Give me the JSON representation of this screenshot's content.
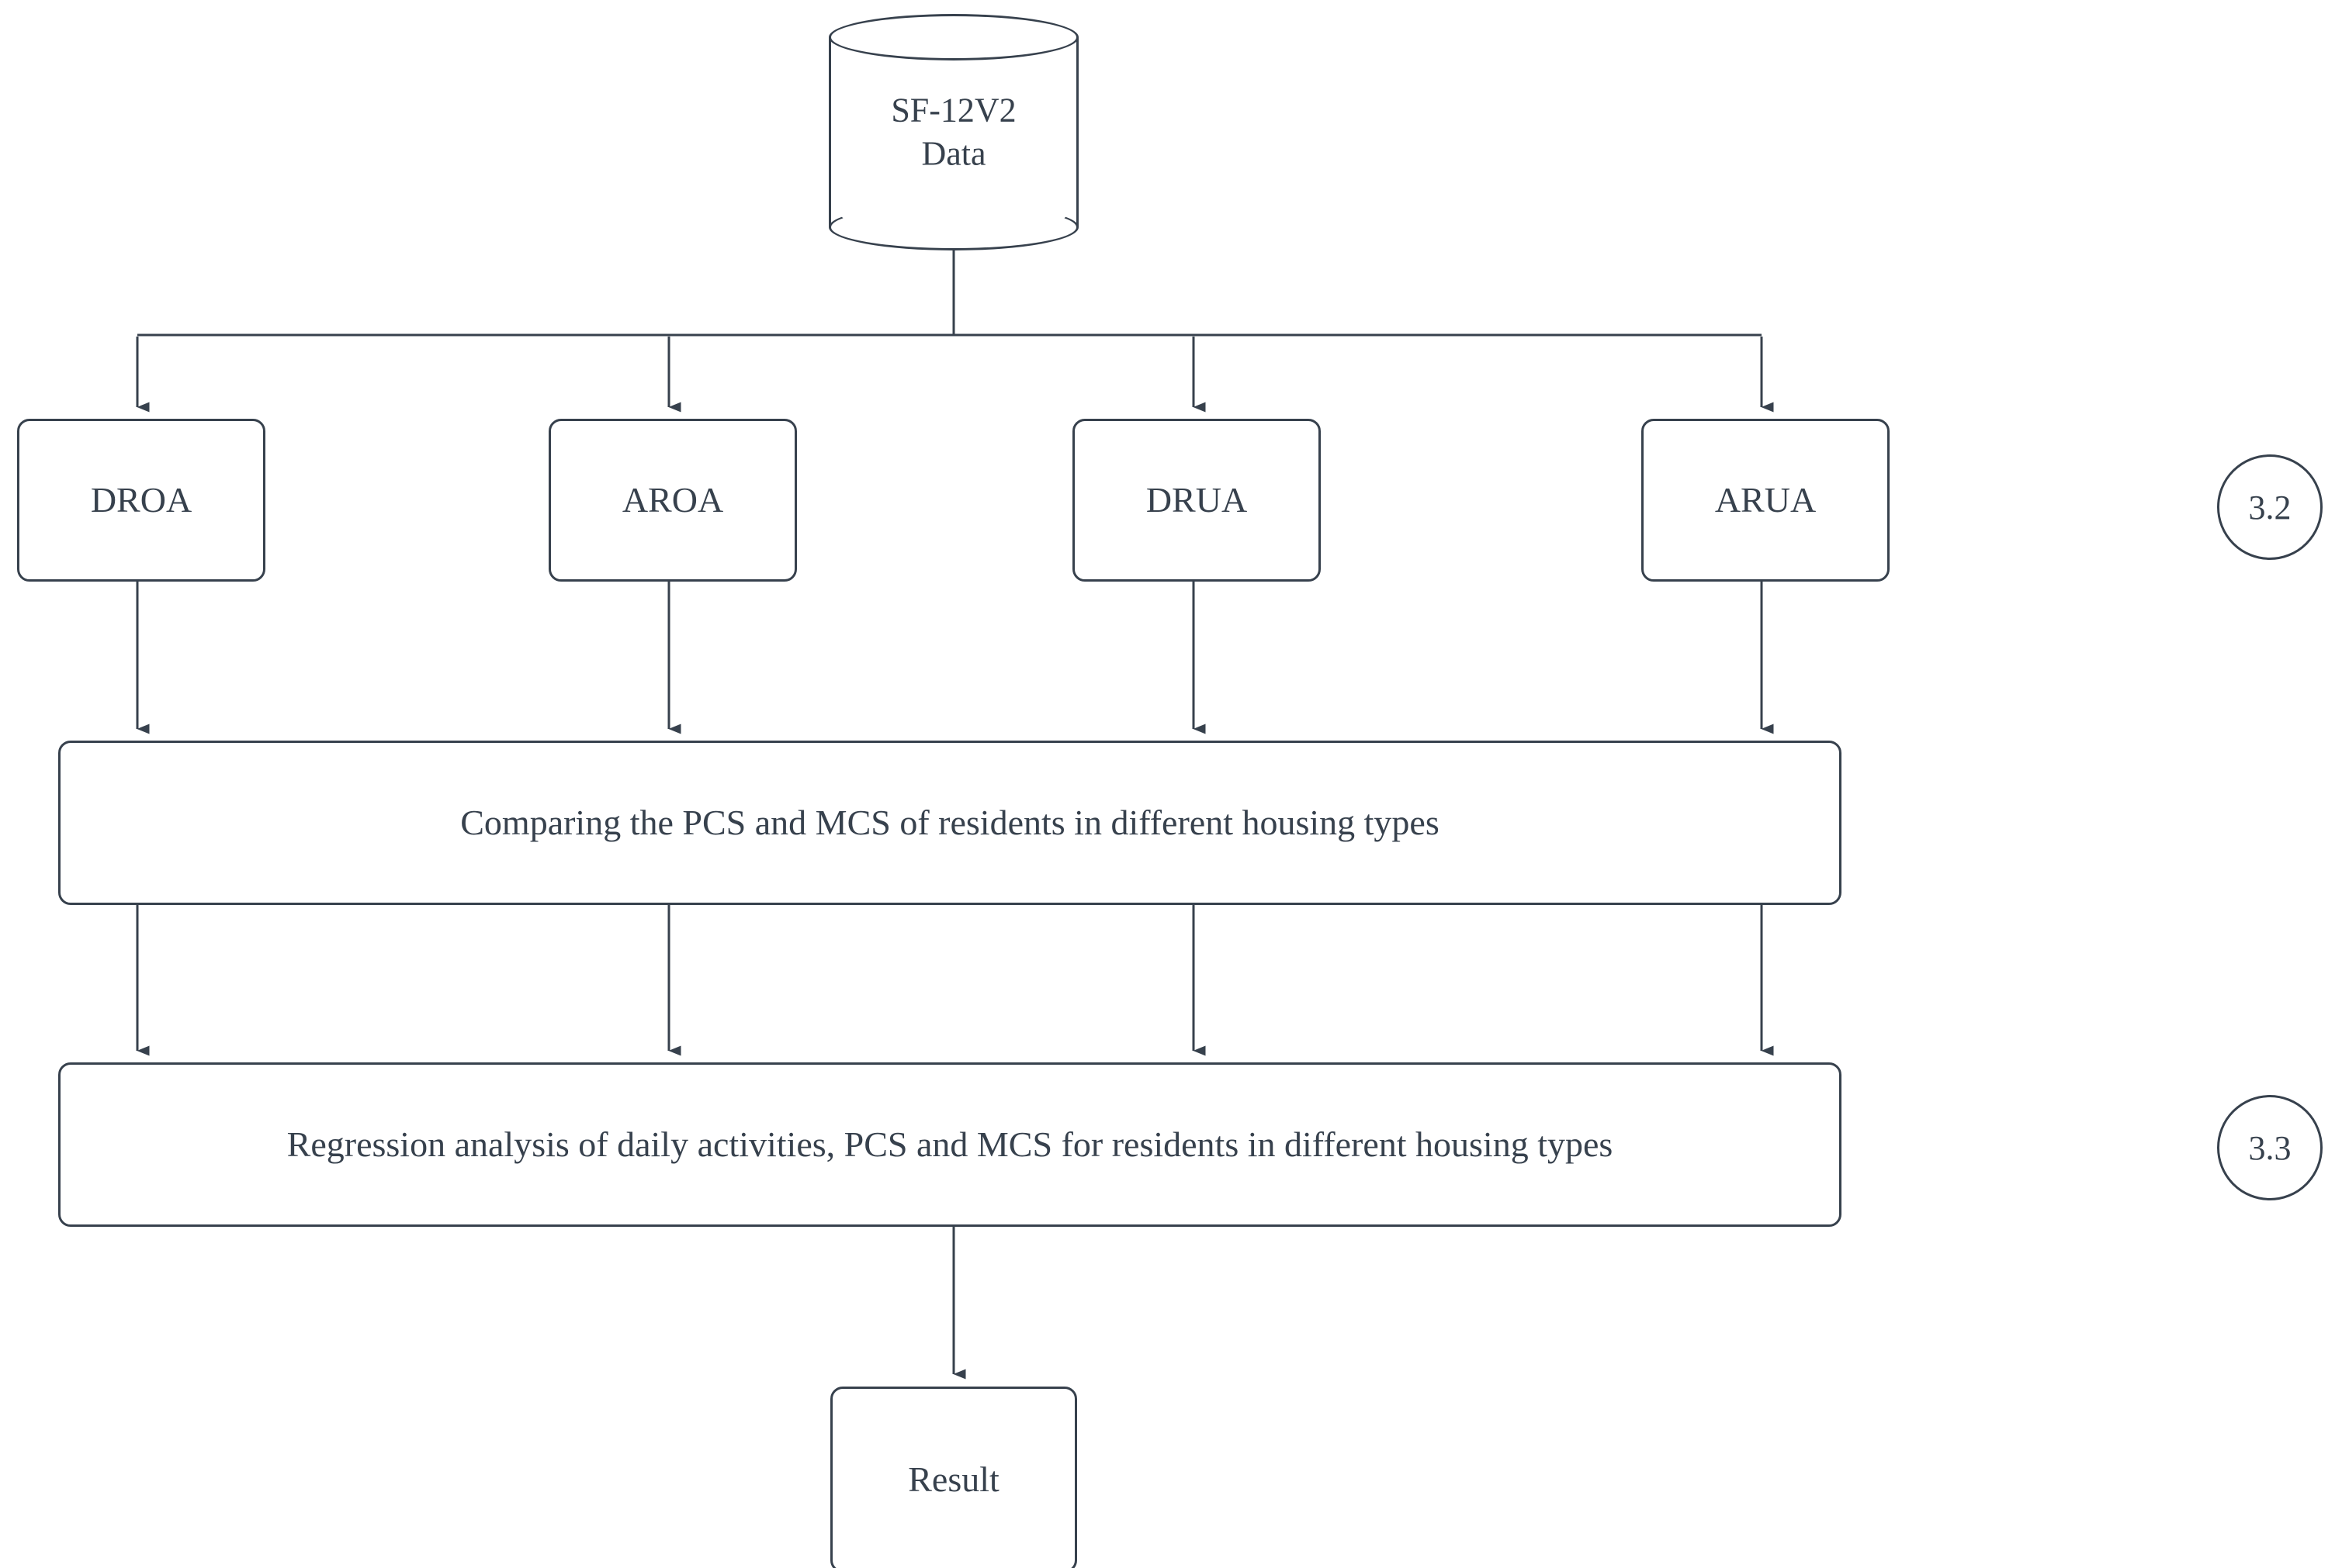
{
  "diagram": {
    "title": "Research methodology flowchart",
    "colors": {
      "stroke": "#37414d",
      "text": "#37414d",
      "background": "#ffffff"
    },
    "source": {
      "shape": "cylinder",
      "line1": "SF-12V2",
      "line2": "Data"
    },
    "groups": [
      {
        "id": "droa",
        "label": "DROA"
      },
      {
        "id": "aroa",
        "label": "AROA"
      },
      {
        "id": "drua",
        "label": "DRUA"
      },
      {
        "id": "arua",
        "label": "ARUA"
      }
    ],
    "stages": [
      {
        "id": "compare",
        "label": "Comparing the PCS and MCS of residents in different housing types"
      },
      {
        "id": "regression",
        "label": "Regression analysis of daily activities, PCS and MCS for residents in different housing types"
      }
    ],
    "result": {
      "label": "Result"
    },
    "badges": [
      {
        "id": "badge-3-2",
        "label": "3.2"
      },
      {
        "id": "badge-3-3",
        "label": "3.3"
      }
    ]
  }
}
